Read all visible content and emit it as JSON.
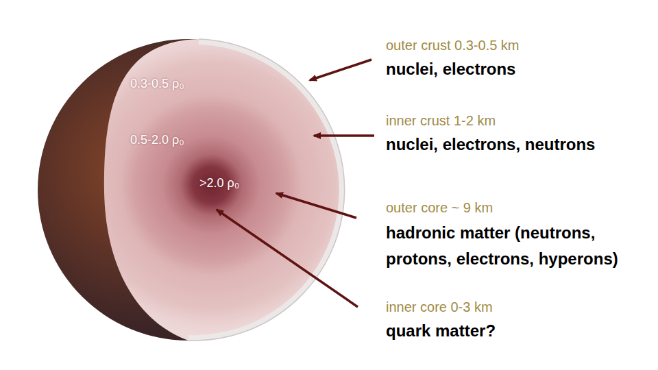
{
  "diagram": {
    "labels": [
      "0.3-0.5 ρ₀",
      "0.5-2.0 ρ₀",
      ">2.0 ρ₀",
      "outer crust 0.3-0.5 km",
      "nuclei, electrons",
      "inner crust 1-2 km",
      "nuclei, electrons, neutrons",
      "outer core ~ 9 km",
      "hadronic matter (neutrons, protons, electrons, hyperons)",
      "inner core 0-3 km",
      "quark matter?"
    ]
  }
}
